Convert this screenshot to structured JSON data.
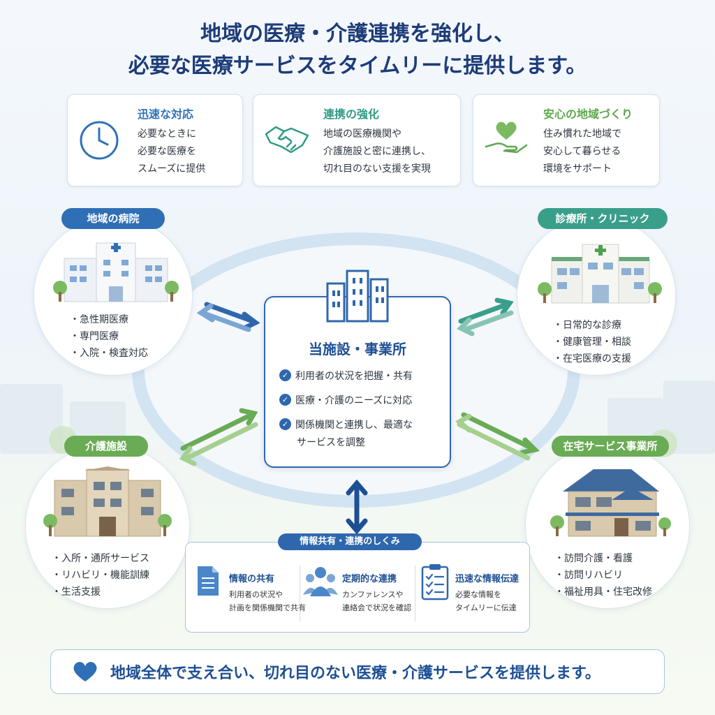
{
  "title": {
    "line1": "地域の医療・介護連携を強化し、",
    "line2": "必要な医療サービスをタイムリーに提供します。"
  },
  "features": [
    {
      "title": "迅速な対応",
      "text": "必要なときに\n必要な医療を\nスムーズに提供",
      "icon": "clock-icon",
      "color": "#2f72b8"
    },
    {
      "title": "連携の強化",
      "text": "地域の医療機関や\n介護施設と密に連携し、\n切れ目のない支援を実現",
      "icon": "handshake-icon",
      "color": "#2f9a86"
    },
    {
      "title": "安心の地域づくり",
      "text": "住み慣れた地域で\n安心して暮らせる\n環境をサポート",
      "icon": "heart-hand-icon",
      "color": "#5ea84c"
    }
  ],
  "facilities": {
    "hospital": {
      "label": "地域の病院",
      "items": [
        "・急性期医療",
        "・専門医療",
        "・入院・検査対応"
      ],
      "color": "#2f6fb6"
    },
    "clinic": {
      "label": "診療所・クリニック",
      "items": [
        "・日常的な診療",
        "・健康管理・相談",
        "・在宅医療の支援"
      ],
      "color": "#3a9f8a"
    },
    "care": {
      "label": "介護施設",
      "items": [
        "・入所・通所サービス",
        "・リハビリ・機能訓練",
        "・生活支援"
      ],
      "color": "#6aab55"
    },
    "home": {
      "label": "在宅サービス事業所",
      "items": [
        "・訪問介護・看護",
        "・訪問リハビリ",
        "・福祉用具・住宅改修"
      ],
      "color": "#6aab55"
    }
  },
  "center": {
    "title": "当施設・事業所",
    "checks": [
      "利用者の状況を把握・共有",
      "医療・介護のニーズに対応",
      "関係機関と連携し、最適な",
      "サービスを調整"
    ]
  },
  "info_sharing": {
    "label": "情報共有・連携のしくみ",
    "items": [
      {
        "title": "情報の共有",
        "text": "利用者の状況や\n計画を関係機関で共有",
        "icon": "document-icon"
      },
      {
        "title": "定期的な連携",
        "text": "カンファレンスや\n連絡会で状況を確認",
        "icon": "people-icon"
      },
      {
        "title": "迅速な情報伝達",
        "text": "必要な情報を\nタイムリーに伝達",
        "icon": "checklist-icon"
      }
    ]
  },
  "footer": {
    "text": "地域全体で支え合い、切れ目のない医療・介護サービスを提供します。",
    "icon": "heart-icon"
  },
  "colors": {
    "navy": "#1d3c78",
    "blue": "#2f67ad",
    "teal": "#3a9f8a",
    "green": "#6aab55"
  }
}
